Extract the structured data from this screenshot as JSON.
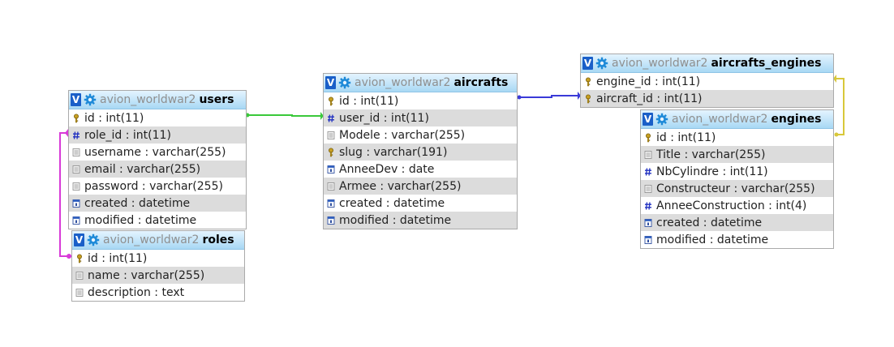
{
  "colors": {
    "users_roles": "#d83ad8",
    "users_aircrafts": "#3ac83a",
    "aircrafts_engines": "#3a3ad8",
    "engines_ae": "#d8c83a"
  },
  "tables": {
    "users": {
      "db": "avion_worldwar2",
      "name": "users",
      "fields": [
        {
          "label": "id : int(11)",
          "icon": "key-icon"
        },
        {
          "label": "role_id : int(11)",
          "icon": "hash-icon"
        },
        {
          "label": "username : varchar(255)",
          "icon": "text-icon"
        },
        {
          "label": "email : varchar(255)",
          "icon": "text-icon"
        },
        {
          "label": "password : varchar(255)",
          "icon": "text-icon"
        },
        {
          "label": "created : datetime",
          "icon": "calendar-icon"
        },
        {
          "label": "modified : datetime",
          "icon": "calendar-icon"
        }
      ]
    },
    "roles": {
      "db": "avion_worldwar2",
      "name": "roles",
      "fields": [
        {
          "label": "id : int(11)",
          "icon": "key-icon"
        },
        {
          "label": "name : varchar(255)",
          "icon": "text-icon"
        },
        {
          "label": "description : text",
          "icon": "text-icon"
        }
      ]
    },
    "aircrafts": {
      "db": "avion_worldwar2",
      "name": "aircrafts",
      "fields": [
        {
          "label": "id : int(11)",
          "icon": "key-icon"
        },
        {
          "label": "user_id : int(11)",
          "icon": "hash-icon"
        },
        {
          "label": "Modele : varchar(255)",
          "icon": "text-icon"
        },
        {
          "label": "slug : varchar(191)",
          "icon": "key-icon"
        },
        {
          "label": "AnneeDev : date",
          "icon": "calendar-icon"
        },
        {
          "label": "Armee : varchar(255)",
          "icon": "text-icon"
        },
        {
          "label": "created : datetime",
          "icon": "calendar-icon"
        },
        {
          "label": "modified : datetime",
          "icon": "calendar-icon"
        }
      ]
    },
    "aircrafts_engines": {
      "db": "avion_worldwar2",
      "name": "aircrafts_engines",
      "fields": [
        {
          "label": "engine_id : int(11)",
          "icon": "key-icon"
        },
        {
          "label": "aircraft_id : int(11)",
          "icon": "key-icon"
        }
      ]
    },
    "engines": {
      "db": "avion_worldwar2",
      "name": "engines",
      "fields": [
        {
          "label": "id : int(11)",
          "icon": "key-icon"
        },
        {
          "label": "Title : varchar(255)",
          "icon": "text-icon"
        },
        {
          "label": "NbCylindre : int(11)",
          "icon": "hash-icon"
        },
        {
          "label": "Constructeur : varchar(255)",
          "icon": "text-icon"
        },
        {
          "label": "AnneeConstruction : int(4)",
          "icon": "hash-icon"
        },
        {
          "label": "created : datetime",
          "icon": "calendar-icon"
        },
        {
          "label": "modified : datetime",
          "icon": "calendar-icon"
        }
      ]
    }
  }
}
